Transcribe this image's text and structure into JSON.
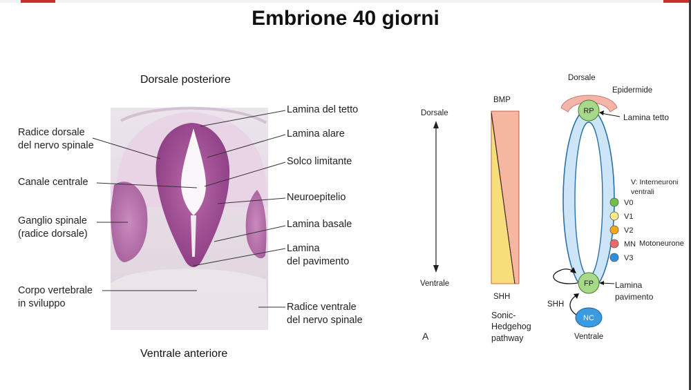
{
  "title": "Embrione 40 giorni",
  "histology": {
    "top_caption": "Dorsale posteriore",
    "bottom_caption": "Ventrale anteriore",
    "labels_left": [
      {
        "lines": [
          "Radice dorsale",
          "del nervo spinale"
        ]
      },
      {
        "lines": [
          "Canale centrale"
        ]
      },
      {
        "lines": [
          "Ganglio spinale",
          "(radice dorsale)"
        ]
      },
      {
        "lines": [
          "Corpo vertebrale",
          "in sviluppo"
        ]
      }
    ],
    "labels_right": [
      {
        "lines": [
          "Lamina del tetto"
        ]
      },
      {
        "lines": [
          "Lamina alare"
        ]
      },
      {
        "lines": [
          "Solco limitante"
        ]
      },
      {
        "lines": [
          "Neuroepitelio"
        ]
      },
      {
        "lines": [
          "Lamina basale"
        ]
      },
      {
        "lines": [
          "Lamina",
          "del pavimento"
        ]
      },
      {
        "lines": [
          "Radice ventrale",
          "del nervo spinale"
        ]
      }
    ]
  },
  "gradient_panel": {
    "axis_top": "Dorsale",
    "axis_bottom": "Ventrale",
    "bmp_label": "BMP",
    "shh_label": "SHH",
    "pathway_lines": [
      "Sonic-",
      "Hedgehog",
      "pathway"
    ],
    "panel_letter": "A",
    "colors": {
      "bmp": "#f6b7a0",
      "shh": "#f8de7a",
      "outline": "#c0392b"
    }
  },
  "tube_panel": {
    "dorsal_label": "Dorsale",
    "ventral_label": "Ventrale",
    "epidermis_label": "Epidermide",
    "rp_label": "RP",
    "fp_label": "FP",
    "nc_label": "NC",
    "roof_plate_label": "Lamina tetto",
    "floor_plate_lines": [
      "Lamina",
      "pavimento"
    ],
    "shh_label": "SHH",
    "interneurons_lines": [
      "V: Interneuroni",
      "ventrali"
    ],
    "domains": [
      {
        "label": "V0",
        "color": "#6fbf4b"
      },
      {
        "label": "V1",
        "color": "#fbe98a"
      },
      {
        "label": "V2",
        "color": "#f4a81d"
      },
      {
        "label": "MN",
        "color": "#ef6a6a"
      },
      {
        "label": "V3",
        "color": "#2f8fd8"
      }
    ],
    "motoneurone_label": "Motoneurone",
    "colors": {
      "tube": "#cde6f7",
      "tube_stroke": "#2a6fa8",
      "plate": "#a6d98a",
      "epidermis": "#f4b4a8",
      "nc": "#3b9be0"
    }
  }
}
